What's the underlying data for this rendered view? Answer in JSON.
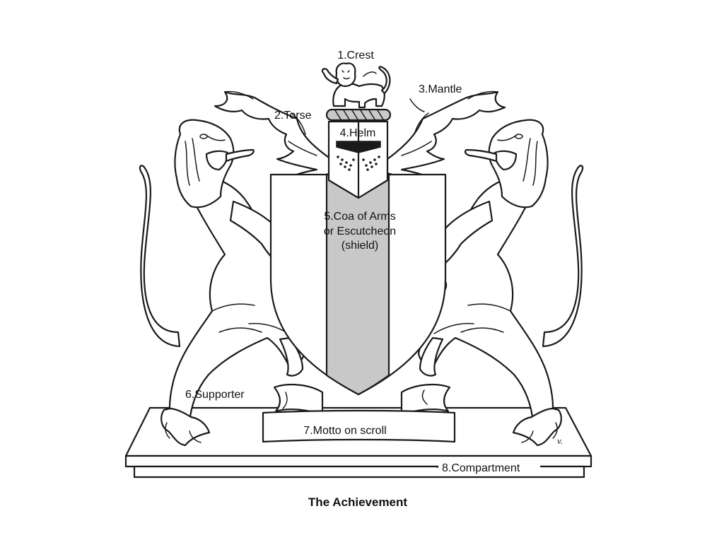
{
  "labels": {
    "crest": "1.Crest",
    "torse": "2.Torse",
    "mantle": "3.Mantle",
    "helm": "4.Helm",
    "shield_line1": "5.Coa of Arms",
    "shield_line2": "or Escutcheon",
    "shield_line3": "(shield)",
    "supporter": "6.Supporter",
    "motto": "7.Motto on scroll",
    "compartment": "8.Compartment"
  },
  "caption": "The Achievement",
  "signature": "v.",
  "colors": {
    "line": "#1a1a1a",
    "pale": "#c8c8c8",
    "background": "#ffffff"
  }
}
